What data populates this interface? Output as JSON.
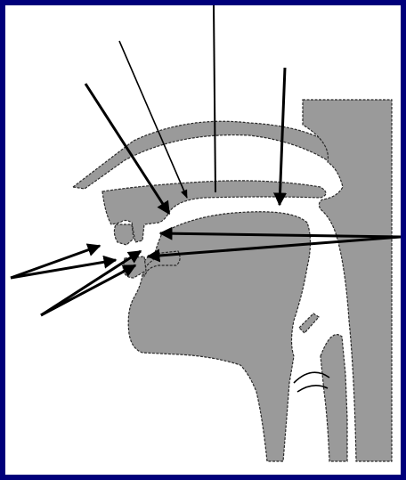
{
  "figure": {
    "kind": "vocal-tract sagittal section with unlabeled pointer arrows",
    "labels": []
  },
  "colors": {
    "border": "#00007a",
    "background": "#ffffff",
    "tissue": "#9a9a9a",
    "outline": "#2a2a2a",
    "arrow": "#000000"
  },
  "pointers": [
    {
      "name": "pointer-hard-palate",
      "style": "thin"
    },
    {
      "name": "pointer-alveolar-ridge",
      "style": "thin"
    },
    {
      "name": "pointer-teeth",
      "style": "thick"
    },
    {
      "name": "pointer-velum",
      "style": "thick"
    },
    {
      "name": "pointer-tongue-tip-from-right",
      "style": "thick"
    },
    {
      "name": "pointer-upper-lip-from-left",
      "style": "thick"
    },
    {
      "name": "pointer-lower-lip-from-left",
      "style": "thick"
    },
    {
      "name": "pointer-lower-teeth-from-left",
      "style": "thick"
    },
    {
      "name": "pointer-lower-lip-from-right",
      "style": "thick"
    }
  ]
}
